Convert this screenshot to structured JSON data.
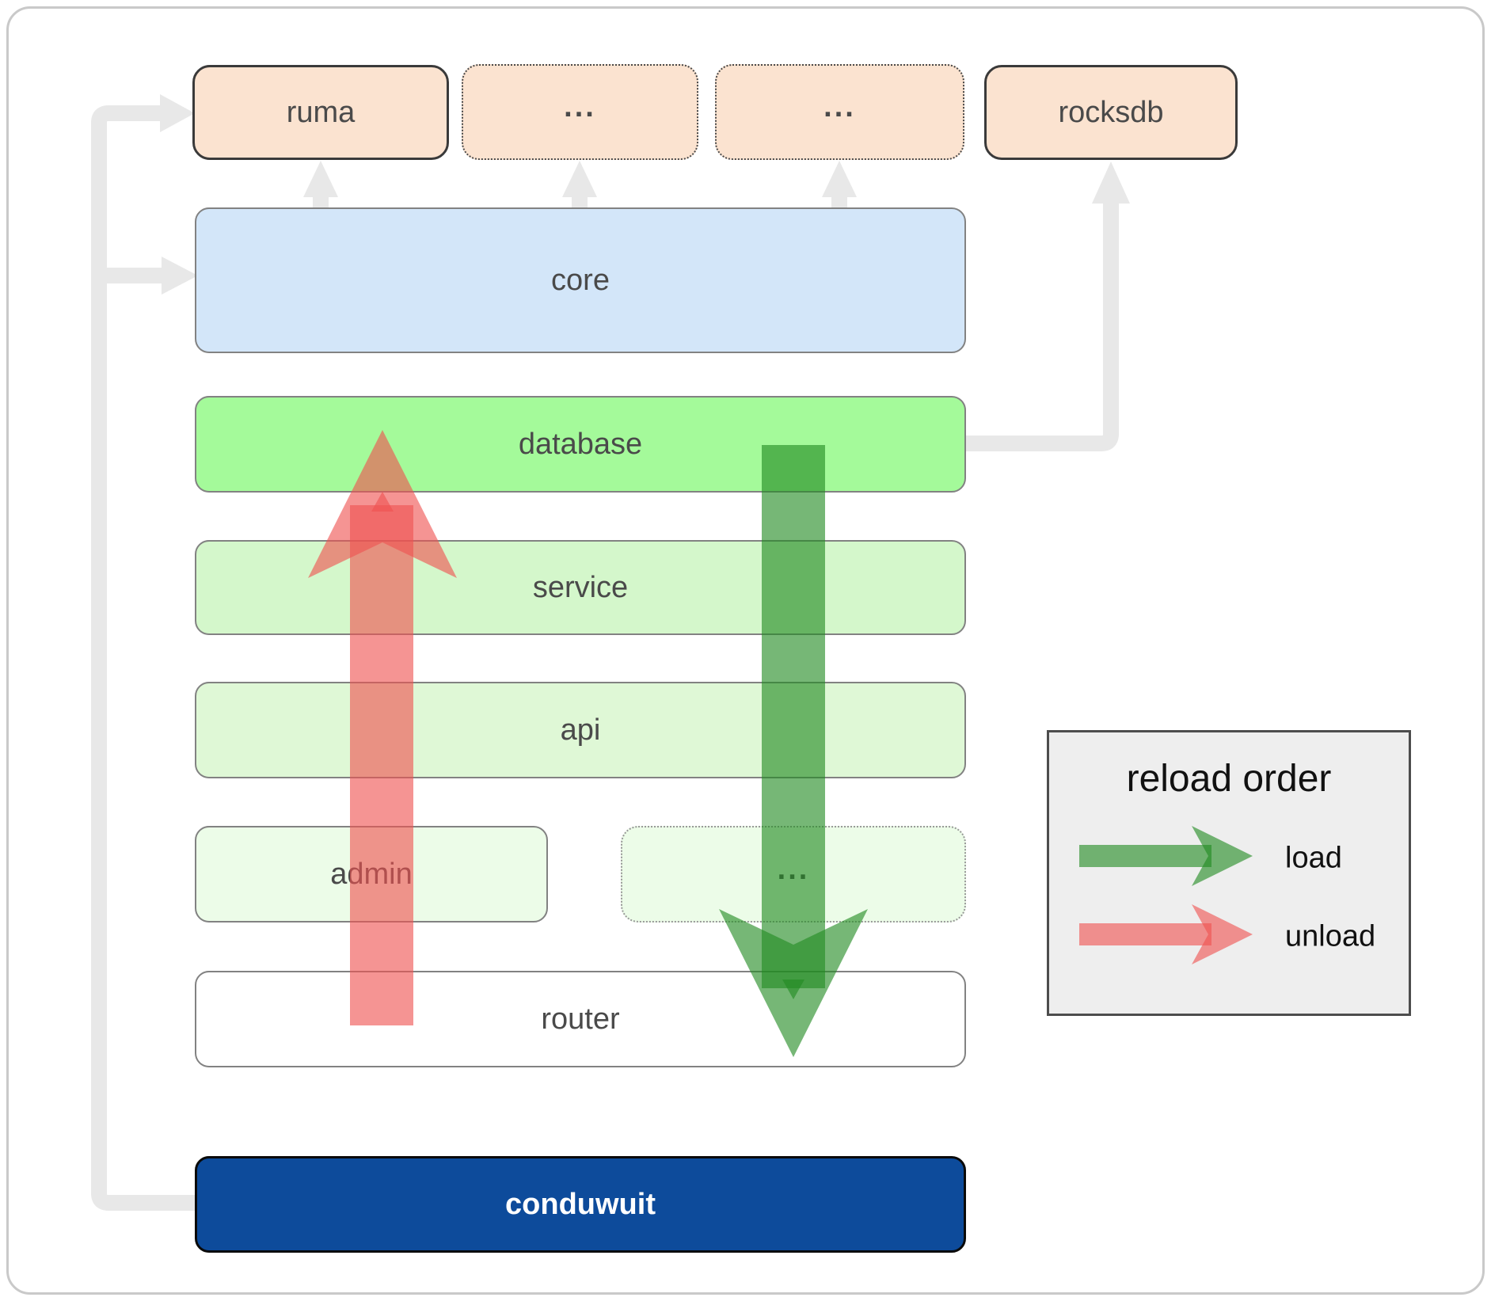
{
  "boxes": {
    "ruma": "ruma",
    "ellipsis_top_1": "...",
    "ellipsis_top_2": "...",
    "rocksdb": "rocksdb",
    "core": "core",
    "database": "database",
    "service": "service",
    "api": "api",
    "admin": "admin",
    "ellipsis_bottom": "...",
    "router": "router",
    "conduwuit": "conduwuit"
  },
  "legend": {
    "title": "reload order",
    "entries": [
      {
        "label": "load",
        "color": "#228b22"
      },
      {
        "label": "unload",
        "color": "#ef5350"
      }
    ]
  },
  "colors": {
    "load_arrow_green": "#228b22",
    "unload_arrow_red": "#ef5350",
    "connector_gray": "#e8e8e8",
    "box_peach": "#fbe3d0",
    "box_core_blue": "#d3e6f9",
    "box_database_green": "#a4fa9a",
    "box_service_green": "#d4f7cb",
    "box_api_green": "#dff8d6",
    "box_admin_green": "#ecfce8",
    "box_router_white": "#ffffff",
    "box_conduwuit_blue": "#0d4b9b",
    "legend_bg": "#eeeeee"
  }
}
